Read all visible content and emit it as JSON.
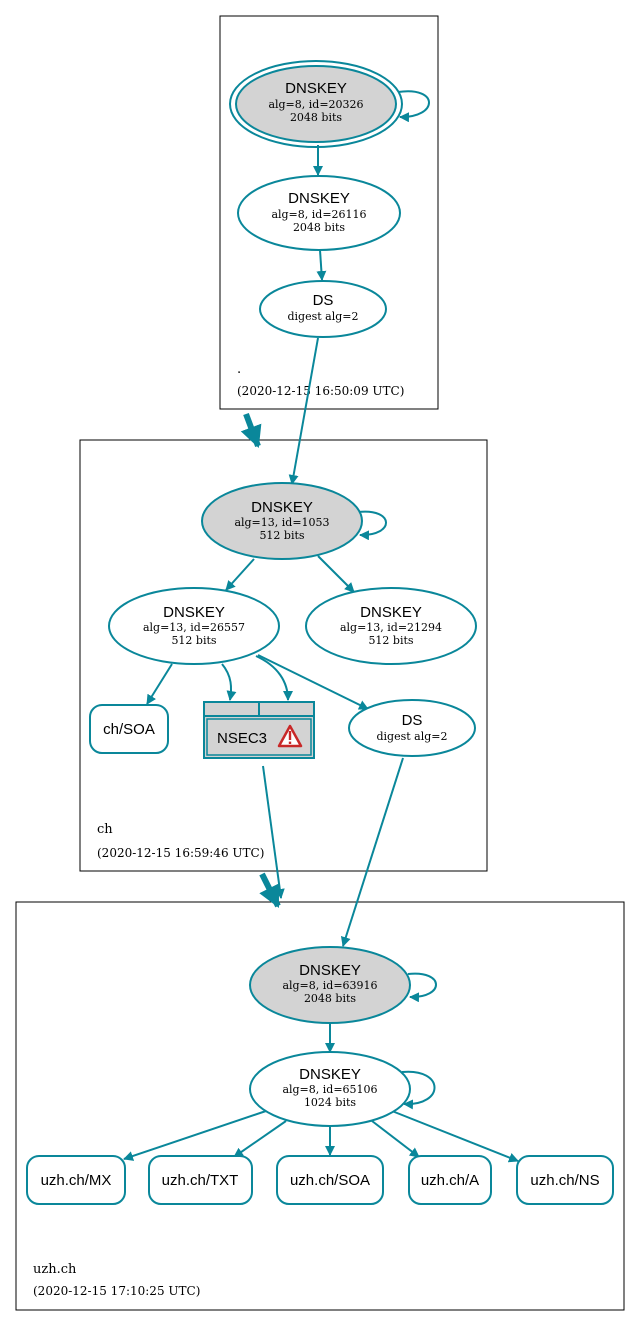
{
  "zones": {
    "root": {
      "label": ".",
      "timestamp": "(2020-12-15 16:50:09 UTC)"
    },
    "ch": {
      "label": "ch",
      "timestamp": "(2020-12-15 16:59:46 UTC)"
    },
    "uzh": {
      "label": "uzh.ch",
      "timestamp": "(2020-12-15 17:10:25 UTC)"
    }
  },
  "nodes": {
    "root_ksk": {
      "title": "DNSKEY",
      "line1": "alg=8, id=20326",
      "line2": "2048 bits"
    },
    "root_zsk": {
      "title": "DNSKEY",
      "line1": "alg=8, id=26116",
      "line2": "2048 bits"
    },
    "root_ds": {
      "title": "DS",
      "line1": "digest alg=2"
    },
    "ch_ksk": {
      "title": "DNSKEY",
      "line1": "alg=13, id=1053",
      "line2": "512 bits"
    },
    "ch_zsk1": {
      "title": "DNSKEY",
      "line1": "alg=13, id=26557",
      "line2": "512 bits"
    },
    "ch_zsk2": {
      "title": "DNSKEY",
      "line1": "alg=13, id=21294",
      "line2": "512 bits"
    },
    "ch_soa": {
      "title": "ch/SOA"
    },
    "ch_nsec3": {
      "title": "NSEC3"
    },
    "ch_ds": {
      "title": "DS",
      "line1": "digest alg=2"
    },
    "uzh_ksk": {
      "title": "DNSKEY",
      "line1": "alg=8, id=63916",
      "line2": "2048 bits"
    },
    "uzh_zsk": {
      "title": "DNSKEY",
      "line1": "alg=8, id=65106",
      "line2": "1024 bits"
    },
    "uzh_mx": {
      "title": "uzh.ch/MX"
    },
    "uzh_txt": {
      "title": "uzh.ch/TXT"
    },
    "uzh_soa": {
      "title": "uzh.ch/SOA"
    },
    "uzh_a": {
      "title": "uzh.ch/A"
    },
    "uzh_ns": {
      "title": "uzh.ch/NS"
    }
  },
  "colors": {
    "edge": "#0a879a",
    "node_stroke": "#0a879a",
    "ksk_fill": "#d3d3d3",
    "zone_border": "#000000",
    "warning": "#c82828"
  },
  "icons": {
    "nsec3_status": "warning-triangle-icon"
  }
}
